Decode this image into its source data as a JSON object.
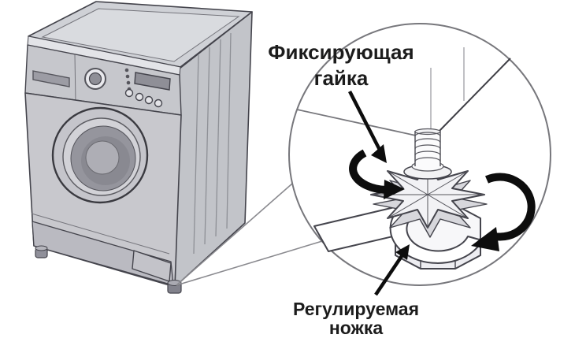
{
  "figure": {
    "type": "instructional-diagram",
    "subject": "washing-machine-leveling-foot",
    "background": "#ffffff",
    "labels": {
      "fixing_nut": {
        "line1": "Фиксирующая",
        "line2": "гайка"
      },
      "adjustable_foot": {
        "line1": "Регулируемая",
        "line2": "ножка"
      }
    },
    "palette": {
      "outline": "#44444c",
      "machine_front": "#c8c8cd",
      "machine_side": "#c2c4c9",
      "machine_top": "#d4d6da",
      "door_glass": "#95959d",
      "detail_circle_stroke": "#77777c",
      "leader_line": "#8a8a8f",
      "arrow_black": "#0d0d0d",
      "text": "#1c1c1c"
    },
    "parts": [
      "washing-machine",
      "magnifier-detail-circle",
      "threaded-bolt",
      "lock-nut",
      "adjustable-foot-base",
      "wrench",
      "rotation-arrows"
    ]
  }
}
